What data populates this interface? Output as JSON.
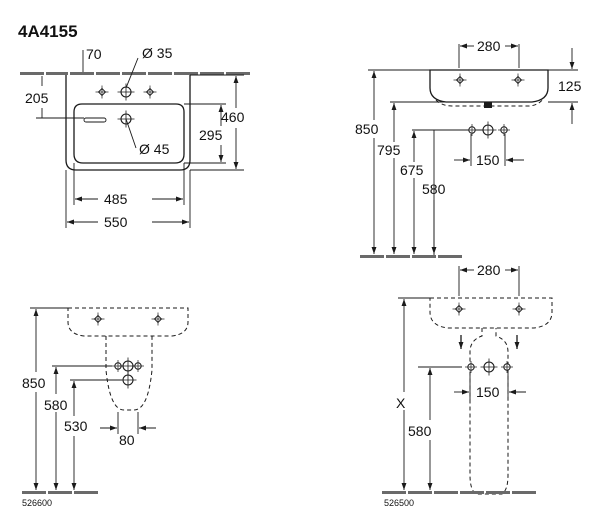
{
  "title": "4A4155",
  "front_view": {
    "d_70": "70",
    "d_dia35": "Ø 35",
    "d_205": "205",
    "d_460": "460",
    "d_295": "295",
    "d_dia45": "Ø 45",
    "d_485": "485",
    "d_550": "550"
  },
  "side_view": {
    "d_280": "280",
    "d_125": "125",
    "d_850": "850",
    "d_795": "795",
    "d_675": "675",
    "d_580": "580",
    "d_150": "150"
  },
  "semi_pedestal_view": {
    "d_850": "850",
    "d_580": "580",
    "d_530": "530",
    "d_80": "80",
    "article_no": "526600"
  },
  "pedestal_view": {
    "d_280": "280",
    "d_x": "X",
    "d_150": "150",
    "d_580": "580",
    "article_no": "526500"
  }
}
